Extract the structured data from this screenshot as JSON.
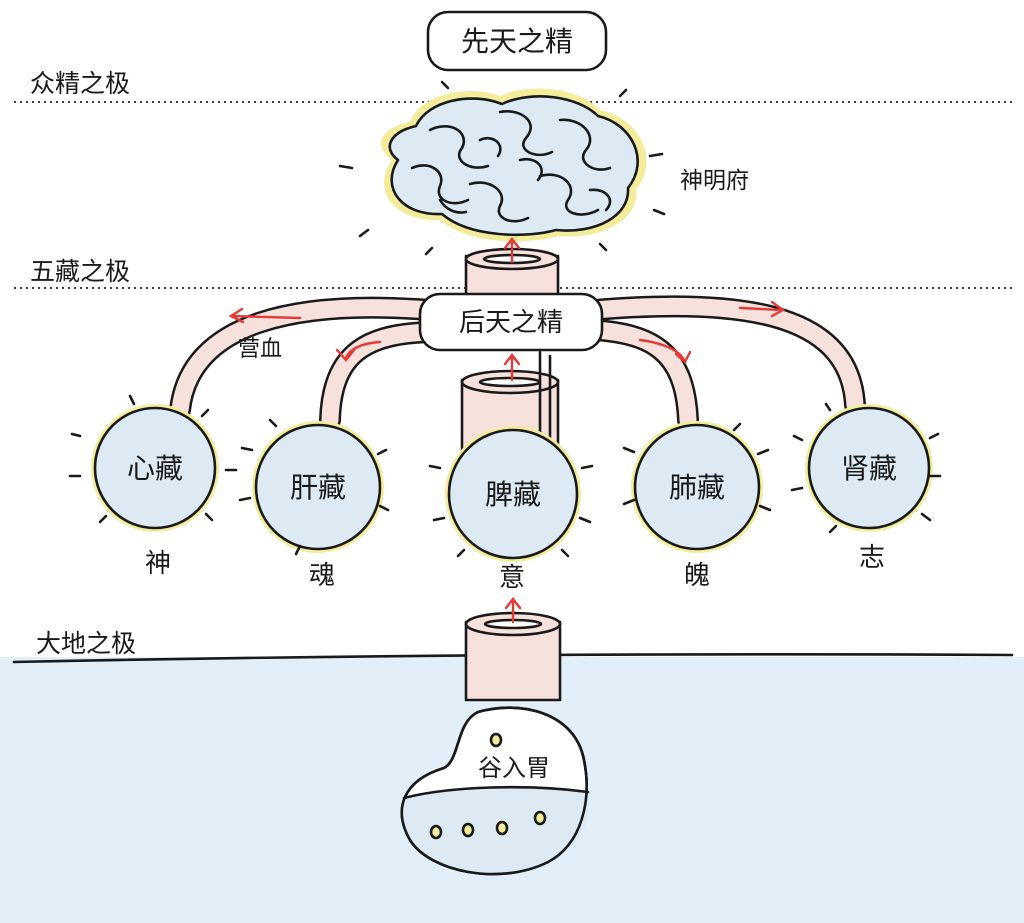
{
  "diagram": {
    "levels": {
      "top": "众精之极",
      "middle": "五藏之极",
      "bottom": "大地之极"
    },
    "congenital_essence": "先天之精",
    "brain_label": "神明府",
    "acquired_essence": "后天之精",
    "nourish_blood": "营血",
    "organs": [
      {
        "name": "心藏",
        "spirit": "神"
      },
      {
        "name": "肝藏",
        "spirit": "魂"
      },
      {
        "name": "脾藏",
        "spirit": "意"
      },
      {
        "name": "肺藏",
        "spirit": "魄"
      },
      {
        "name": "肾藏",
        "spirit": "志"
      }
    ],
    "stomach": "谷入胃",
    "colors": {
      "ink": "#1a1a1a",
      "organ_fill": "#dde9f3",
      "glow": "#f3ec9a",
      "tube_fill": "#f7e1dd",
      "arrow": "#e53935",
      "ground": "#e3eff8"
    }
  }
}
